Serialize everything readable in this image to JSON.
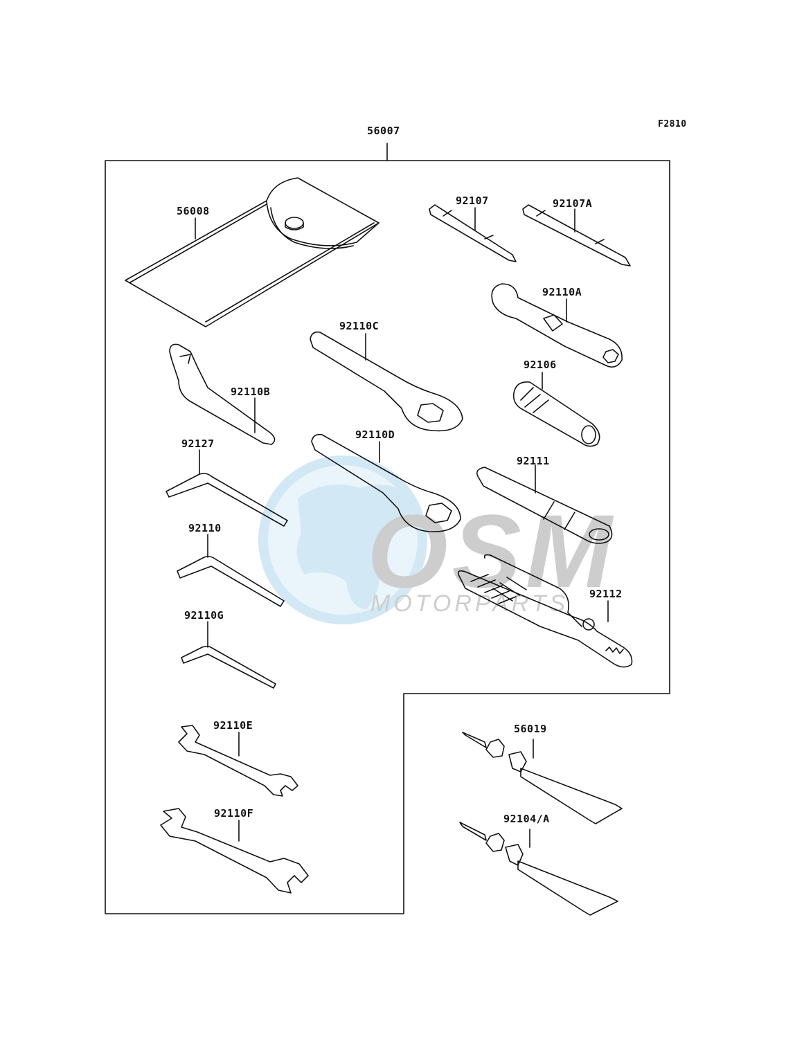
{
  "figure_code": "F2810",
  "watermark": {
    "brand": "OSM",
    "sub": "MOTORPARTS",
    "colors": {
      "globe": "#cfe6f5",
      "text": "#c8c8c8"
    }
  },
  "parts": {
    "kit": "56007",
    "pouch": "56008",
    "screwdriver_a": "92107",
    "screwdriver_b": "92107A",
    "box_wrench_a": "92110A",
    "adapter": "92106",
    "ring_spanner_c": "92110C",
    "hook_spanner": "92110B",
    "ring_spanner_d": "92110D",
    "hex_key_1": "92127",
    "handle": "92111",
    "hex_key_2": "92110",
    "pliers": "92112",
    "hex_key_3": "92110G",
    "open_wrench_e": "92110E",
    "open_wrench_f": "92110F",
    "grease_1": "56019",
    "grease_2": "92104/A"
  }
}
